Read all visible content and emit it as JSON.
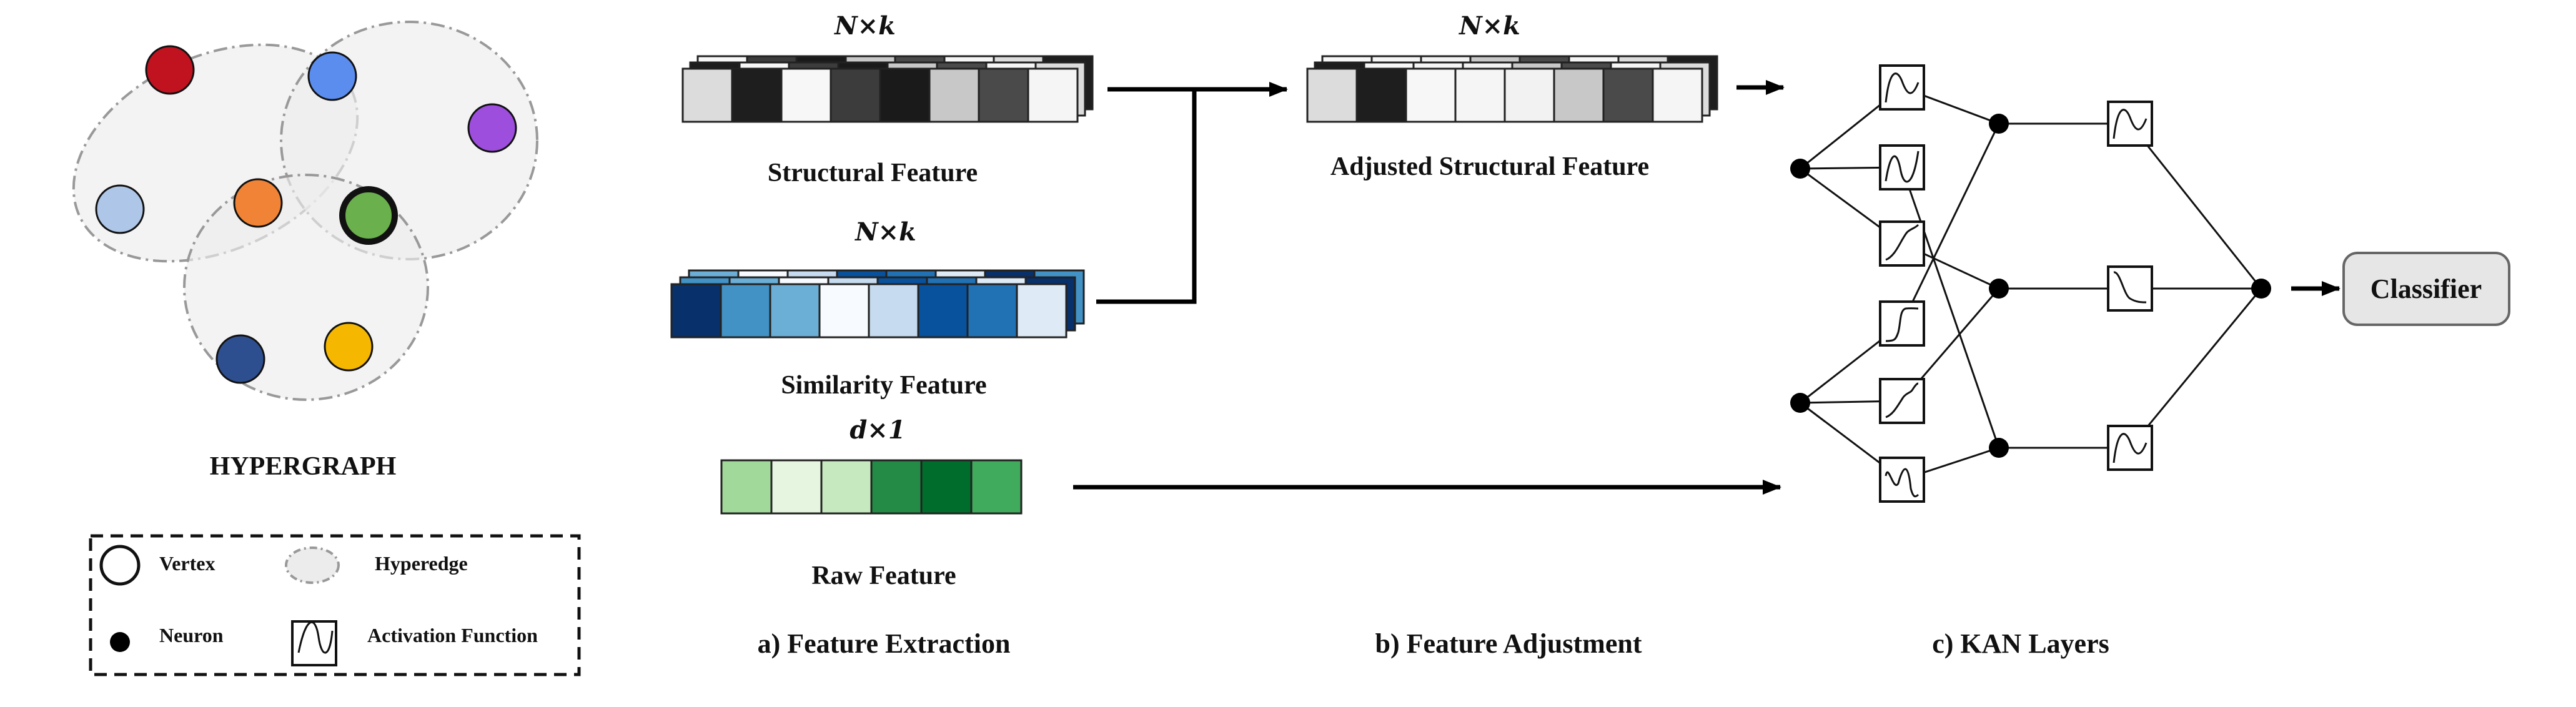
{
  "hypergraph": {
    "title": "HYPERGRAPH",
    "vertex_colors": [
      "#c1121f",
      "#5b8def",
      "#9d4edd",
      "#aec6e8",
      "#f08336",
      "#6ab04c",
      "#2e4f8f",
      "#f5b700"
    ]
  },
  "legend": {
    "vertex": "Vertex",
    "hyperedge": "Hyperedge",
    "neuron": "Neuron",
    "activation": "Activation Function"
  },
  "extraction": {
    "structural": {
      "dim": "N×k",
      "label": "Structural Feature",
      "colors": [
        "#dcdcdc",
        "#1e1e1e",
        "#f7f7f7",
        "#3c3c3c",
        "#1a1a1a",
        "#c8c8c8",
        "#4a4a4a",
        "#f5f5f5"
      ]
    },
    "similarity": {
      "dim": "N×k",
      "label": "Similarity Feature",
      "colors": [
        "#08306b",
        "#4292c6",
        "#6baed6",
        "#f7fbff",
        "#c6dbef",
        "#08519c",
        "#2171b5",
        "#deebf7"
      ]
    },
    "raw": {
      "dim": "d×1",
      "label": "Raw Feature",
      "colors": [
        "#a1d99b",
        "#e5f5e0",
        "#c7e9c0",
        "#238b45",
        "#006d2c",
        "#41ab5d"
      ]
    },
    "caption": "a) Feature Extraction"
  },
  "adjustment": {
    "dim": "N×k",
    "label": "Adjusted Structural Feature",
    "colors": [
      "#dcdcdc",
      "#1e1e1e",
      "#f7f7f7",
      "#f5f5f5",
      "#f2f2f2",
      "#c8c8c8",
      "#4a4a4a",
      "#f5f5f5"
    ],
    "caption": "b) Feature Adjustment"
  },
  "kan": {
    "caption": "c) KAN Layers",
    "classifier": "Classifier",
    "activation_icons": [
      "bump",
      "sine",
      "rise",
      "step",
      "rise-wave",
      "double-bump",
      "bump",
      "decay",
      "bump"
    ]
  }
}
